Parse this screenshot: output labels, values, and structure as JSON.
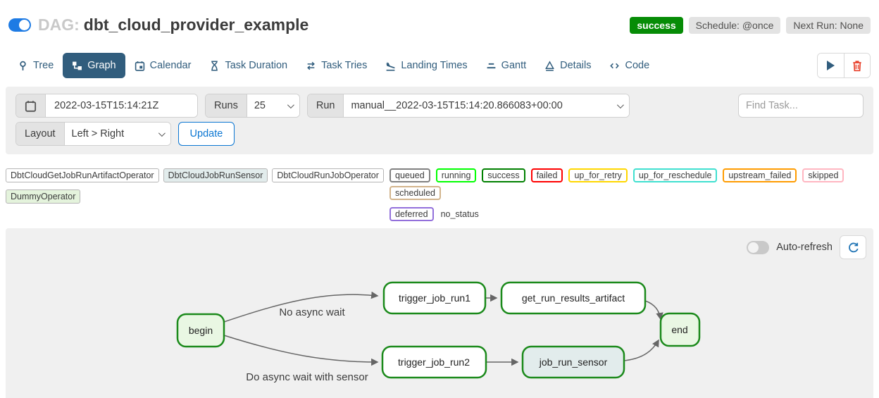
{
  "header": {
    "dag_prefix": "DAG:",
    "dag_title": "dbt_cloud_provider_example",
    "dag_enabled": true,
    "status_badge": "success",
    "schedule_badge": "Schedule: @once",
    "next_run_badge": "Next Run: None"
  },
  "tabs": [
    {
      "label": "Tree",
      "active": false
    },
    {
      "label": "Graph",
      "active": true
    },
    {
      "label": "Calendar",
      "active": false
    },
    {
      "label": "Task Duration",
      "active": false
    },
    {
      "label": "Task Tries",
      "active": false
    },
    {
      "label": "Landing Times",
      "active": false
    },
    {
      "label": "Gantt",
      "active": false
    },
    {
      "label": "Details",
      "active": false
    },
    {
      "label": "Code",
      "active": false
    }
  ],
  "filters": {
    "date_value": "2022-03-15T15:14:21Z",
    "runs_label": "Runs",
    "runs_value": "25",
    "run_label": "Run",
    "run_value": "manual__2022-03-15T15:14:20.866083+00:00",
    "find_task_placeholder": "Find Task...",
    "layout_label": "Layout",
    "layout_value": "Left > Right",
    "update_label": "Update"
  },
  "legend": {
    "operators": [
      {
        "label": "DbtCloudGetJobRunArtifactOperator",
        "fill": "#ffffff"
      },
      {
        "label": "DbtCloudJobRunSensor",
        "fill": "#e2ecec"
      },
      {
        "label": "DbtCloudRunJobOperator",
        "fill": "#ffffff"
      },
      {
        "label": "DummyOperator",
        "fill": "#e4f3dc"
      }
    ],
    "statuses": [
      {
        "label": "queued",
        "border": "#808080"
      },
      {
        "label": "running",
        "border": "#01ff01"
      },
      {
        "label": "success",
        "border": "#008000"
      },
      {
        "label": "failed",
        "border": "#fe0000"
      },
      {
        "label": "up_for_retry",
        "border": "#ffd700"
      },
      {
        "label": "up_for_reschedule",
        "border": "#40e0d0"
      },
      {
        "label": "upstream_failed",
        "border": "#ff9c01"
      },
      {
        "label": "skipped",
        "border": "#ffb6c1"
      },
      {
        "label": "scheduled",
        "border": "#d2b48c"
      },
      {
        "label": "deferred",
        "border": "#9370db"
      },
      {
        "label": "no_status",
        "border": "none"
      }
    ]
  },
  "graph_panel": {
    "auto_refresh_label": "Auto-refresh",
    "auto_refresh_enabled": false,
    "node_border_color": "#1b8a1b",
    "nodes": [
      {
        "id": "begin",
        "label": "begin",
        "fill": "#e9f7e3"
      },
      {
        "id": "trigger_job_run1",
        "label": "trigger_job_run1",
        "fill": "#ffffff"
      },
      {
        "id": "get_run_results_artifact",
        "label": "get_run_results_artifact",
        "fill": "#ffffff"
      },
      {
        "id": "end",
        "label": "end",
        "fill": "#e9f7e3"
      },
      {
        "id": "trigger_job_run2",
        "label": "trigger_job_run2",
        "fill": "#ffffff"
      },
      {
        "id": "job_run_sensor",
        "label": "job_run_sensor",
        "fill": "#e2ecec"
      }
    ],
    "edges": [
      {
        "from": "begin",
        "to": "trigger_job_run1",
        "label": "No async wait"
      },
      {
        "from": "trigger_job_run1",
        "to": "get_run_results_artifact",
        "label": ""
      },
      {
        "from": "get_run_results_artifact",
        "to": "end",
        "label": ""
      },
      {
        "from": "begin",
        "to": "trigger_job_run2",
        "label": "Do async wait with sensor"
      },
      {
        "from": "trigger_job_run2",
        "to": "job_run_sensor",
        "label": ""
      },
      {
        "from": "job_run_sensor",
        "to": "end",
        "label": ""
      }
    ],
    "edge_labels": [
      "No async wait",
      "Do async wait with sensor"
    ]
  },
  "colors": {
    "active_tab": "#315d7d",
    "toggle_on_blue": "#1e7be4",
    "success_green": "#068c06",
    "update_blue": "#0b76d2",
    "trash_red": "#e8412c",
    "panel_gray": "#efefef"
  }
}
